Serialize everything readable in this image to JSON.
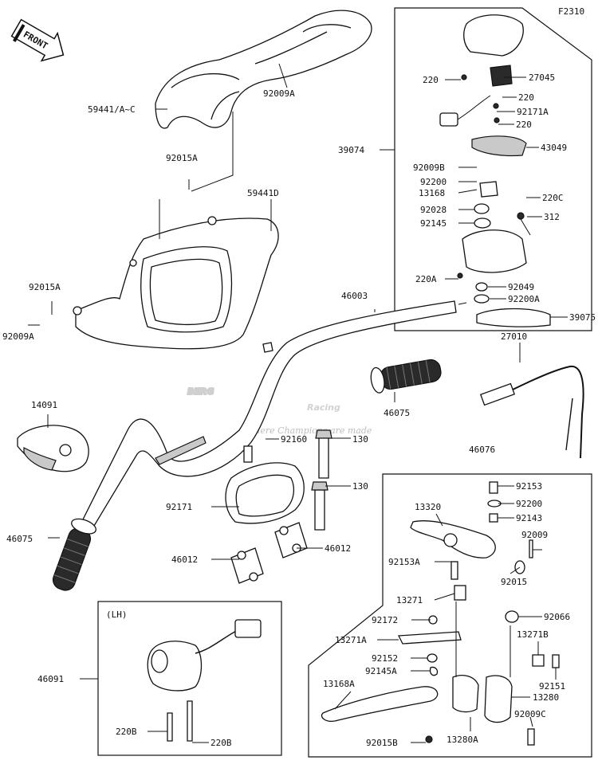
{
  "diagram_code": "F2310",
  "front_label": "FRONT",
  "lh_label": "(LH)",
  "watermark": {
    "brand": "BERG",
    "sub": "Racing",
    "tagline": "Where Champions are made"
  },
  "callouts": {
    "c59441ac": "59441/A~C",
    "c92009a_top": "92009A",
    "c92015a_top": "92015A",
    "c59441d": "59441D",
    "c92015a_left": "92015A",
    "c92009a_left": "92009A",
    "c46003": "46003",
    "c14091": "14091",
    "c46075_left": "46075",
    "c46075_mid": "46075",
    "c92160": "92160",
    "c130_top": "130",
    "c130_mid": "130",
    "c92171": "92171",
    "c46012_left": "46012",
    "c46012_right": "46012",
    "c46091": "46091",
    "c220b_left": "220B",
    "c220b_right": "220B",
    "c39074": "39074",
    "c220_a": "220",
    "c27045": "27045",
    "c220_b": "220",
    "c92171a": "92171A",
    "c220_c": "220",
    "c43049": "43049",
    "c92009b": "92009B",
    "c92200_r": "92200",
    "c13168": "13168",
    "c220c": "220C",
    "c92028": "92028",
    "c312": "312",
    "c92145": "92145",
    "c220a": "220A",
    "c92049": "92049",
    "c92200a": "92200A",
    "c39075": "39075",
    "c27010": "27010",
    "c46076": "46076",
    "c92153": "92153",
    "c13320": "13320",
    "c92200_b": "92200",
    "c92143": "92143",
    "c92009": "92009",
    "c92153a": "92153A",
    "c92015": "92015",
    "c13271": "13271",
    "c92172": "92172",
    "c92066": "92066",
    "c13271a": "13271A",
    "c13271b": "13271B",
    "c92152": "92152",
    "c92145a": "92145A",
    "c92151": "92151",
    "c13168a": "13168A",
    "c13280": "13280",
    "c92009c": "92009C",
    "c92015b": "92015B",
    "c13280a": "13280A"
  }
}
